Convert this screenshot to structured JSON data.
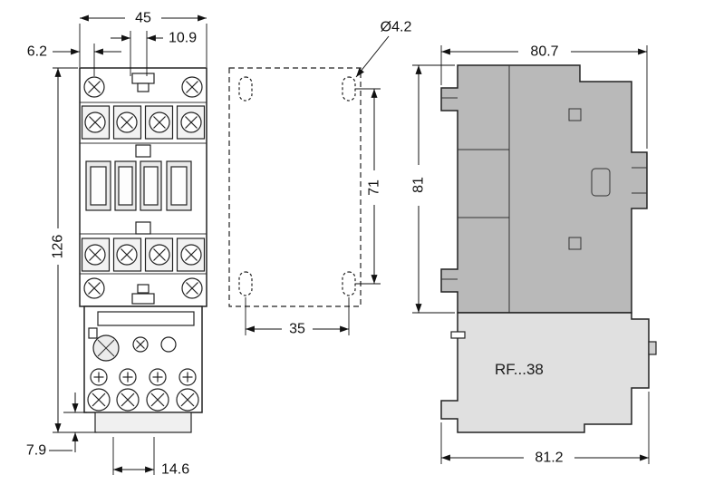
{
  "colors": {
    "side_body": "#b9b9b9",
    "side_relay": "#e0e0e0"
  },
  "front_view": {
    "dim_width_top": "45",
    "dim_inner_offset": "10.9",
    "dim_left_offset": "6.2",
    "dim_height": "126",
    "dim_bottom_offset": "7.9",
    "dim_bottom_spacing": "14.6"
  },
  "mounting_pattern": {
    "dim_hole_diameter": "Ø4.2",
    "dim_vertical_pitch": "71",
    "dim_horizontal_pitch": "35"
  },
  "side_view": {
    "dim_top_width": "80.7",
    "dim_height": "81",
    "dim_bottom_width": "81.2",
    "model_label": "RF...38"
  }
}
